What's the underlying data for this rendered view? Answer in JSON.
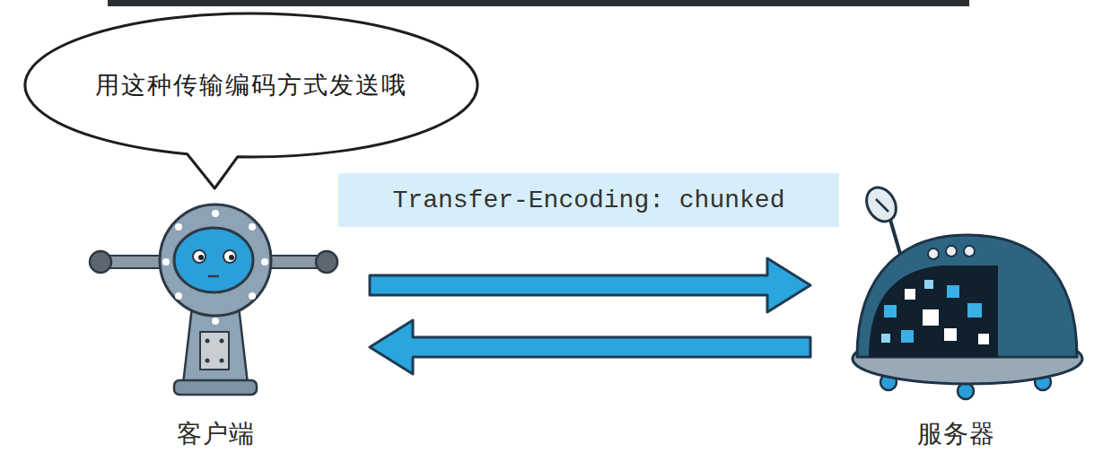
{
  "diagram": {
    "nodes": [
      {
        "text": [
          "用这种传输编码方式发送哦"
        ]
      },
      {
        "text": [
          "Transfer-Encoding: chunked"
        ]
      },
      {
        "text": [
          "客户端"
        ]
      },
      {
        "text": [
          "服务器"
        ]
      }
    ],
    "edges": [
      {
        "from": 2,
        "to": 3,
        "arrow": "to"
      },
      {
        "from": 3,
        "to": 2,
        "arrow": "to"
      }
    ]
  }
}
